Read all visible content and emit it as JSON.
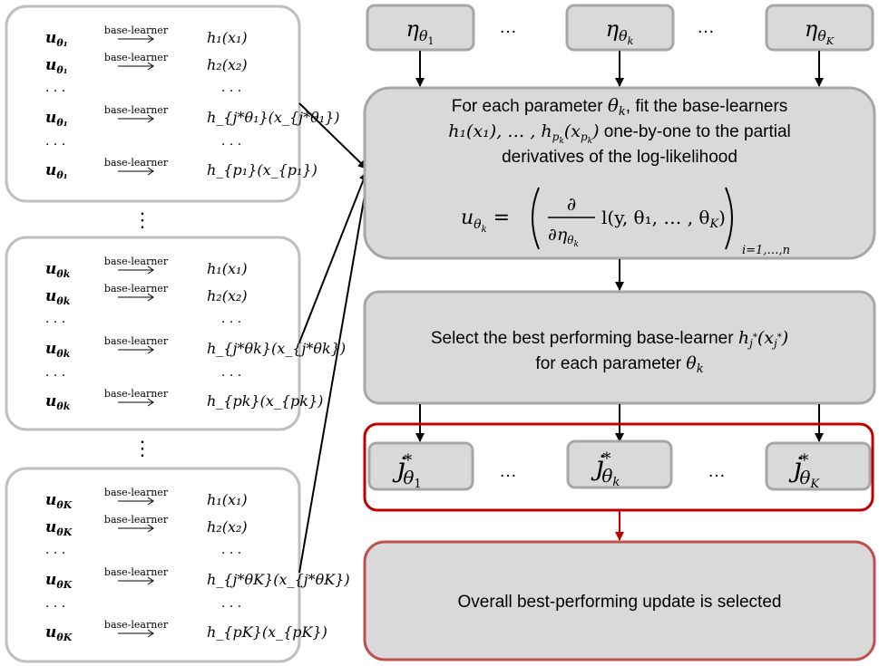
{
  "left_panels": [
    {
      "id": "theta-1",
      "rows": [
        {
          "u": "u",
          "u_sub": "θ₁",
          "arrow_label": "base-learner",
          "h": "h₁(x₁)"
        },
        {
          "u": "u",
          "u_sub": "θ₁",
          "arrow_label": "base-learner",
          "h": "h₂(x₂)"
        },
        {
          "u": "· · ·",
          "u_sub": "",
          "arrow_label": "",
          "h": "· · ·"
        },
        {
          "u": "u",
          "u_sub": "θ₁",
          "arrow_label": "base-learner",
          "h": "h_{j*θ₁}(x_{j*θ₁})"
        },
        {
          "u": "· · ·",
          "u_sub": "",
          "arrow_label": "",
          "h": "· · ·"
        },
        {
          "u": "u",
          "u_sub": "θ₁",
          "arrow_label": "base-learner",
          "h": "h_{p₁}(x_{p₁})"
        }
      ]
    },
    {
      "id": "theta-k",
      "rows": [
        {
          "u": "u",
          "u_sub": "θk",
          "arrow_label": "base-learner",
          "h": "h₁(x₁)"
        },
        {
          "u": "u",
          "u_sub": "θk",
          "arrow_label": "base-learner",
          "h": "h₂(x₂)"
        },
        {
          "u": "· · ·",
          "u_sub": "",
          "arrow_label": "",
          "h": "· · ·"
        },
        {
          "u": "u",
          "u_sub": "θk",
          "arrow_label": "base-learner",
          "h": "h_{j*θk}(x_{j*θk})"
        },
        {
          "u": "· · ·",
          "u_sub": "",
          "arrow_label": "",
          "h": "· · ·"
        },
        {
          "u": "u",
          "u_sub": "θk",
          "arrow_label": "base-learner",
          "h": "h_{pk}(x_{pk})"
        }
      ]
    },
    {
      "id": "theta-K",
      "rows": [
        {
          "u": "u",
          "u_sub": "θK",
          "arrow_label": "base-learner",
          "h": "h₁(x₁)"
        },
        {
          "u": "u",
          "u_sub": "θK",
          "arrow_label": "base-learner",
          "h": "h₂(x₂)"
        },
        {
          "u": "· · ·",
          "u_sub": "",
          "arrow_label": "",
          "h": "· · ·"
        },
        {
          "u": "u",
          "u_sub": "θK",
          "arrow_label": "base-learner",
          "h": "h_{j*θK}(x_{j*θK})"
        },
        {
          "u": "· · ·",
          "u_sub": "",
          "arrow_label": "",
          "h": "· · ·"
        },
        {
          "u": "u",
          "u_sub": "θK",
          "arrow_label": "base-learner",
          "h": "h_{pK}(x_{pK})"
        }
      ]
    }
  ],
  "vertical_ellipsis": "⋮",
  "eta_nodes": [
    {
      "symbol": "η",
      "sub": "θ",
      "subsub": "1"
    },
    {
      "symbol": "η",
      "sub": "θ",
      "subsub": "k"
    },
    {
      "symbol": "η",
      "sub": "θ",
      "subsub": "K"
    }
  ],
  "horizontal_ellipsis": "…",
  "fit_box": {
    "line1_pre": "For each parameter ",
    "line1_theta": "θ",
    "line1_theta_sub": "k",
    "line1_post": ", fit the base-learners",
    "line2_math": "h₁(x₁), … , h",
    "line2_post": "  one-by-one to the partial",
    "line3": "derivatives of the log-likelihood",
    "formula_lhs": "u",
    "formula_rhs": "l(y, θ₁, … , θ",
    "formula_range": "i=1,…,n"
  },
  "select_box": {
    "line1": "Select the best performing base-learner",
    "line2": "for each parameter"
  },
  "jstar_nodes": [
    {
      "symbol": "j",
      "sup": "*",
      "sub": "θ",
      "subsub": "1"
    },
    {
      "symbol": "j",
      "sup": "*",
      "sub": "θ",
      "subsub": "k"
    },
    {
      "symbol": "j",
      "sup": "*",
      "sub": "θ",
      "subsub": "K"
    }
  ],
  "final_box": {
    "text": "Overall best-performing update is selected"
  },
  "colors": {
    "box_fill": "#d9d9d9",
    "box_stroke": "#a6a6a6",
    "red_stroke": "#c00000",
    "red_stroke_light": "#c0504d",
    "panel_stroke": "#bfbfbf",
    "arrow": "#000000"
  }
}
